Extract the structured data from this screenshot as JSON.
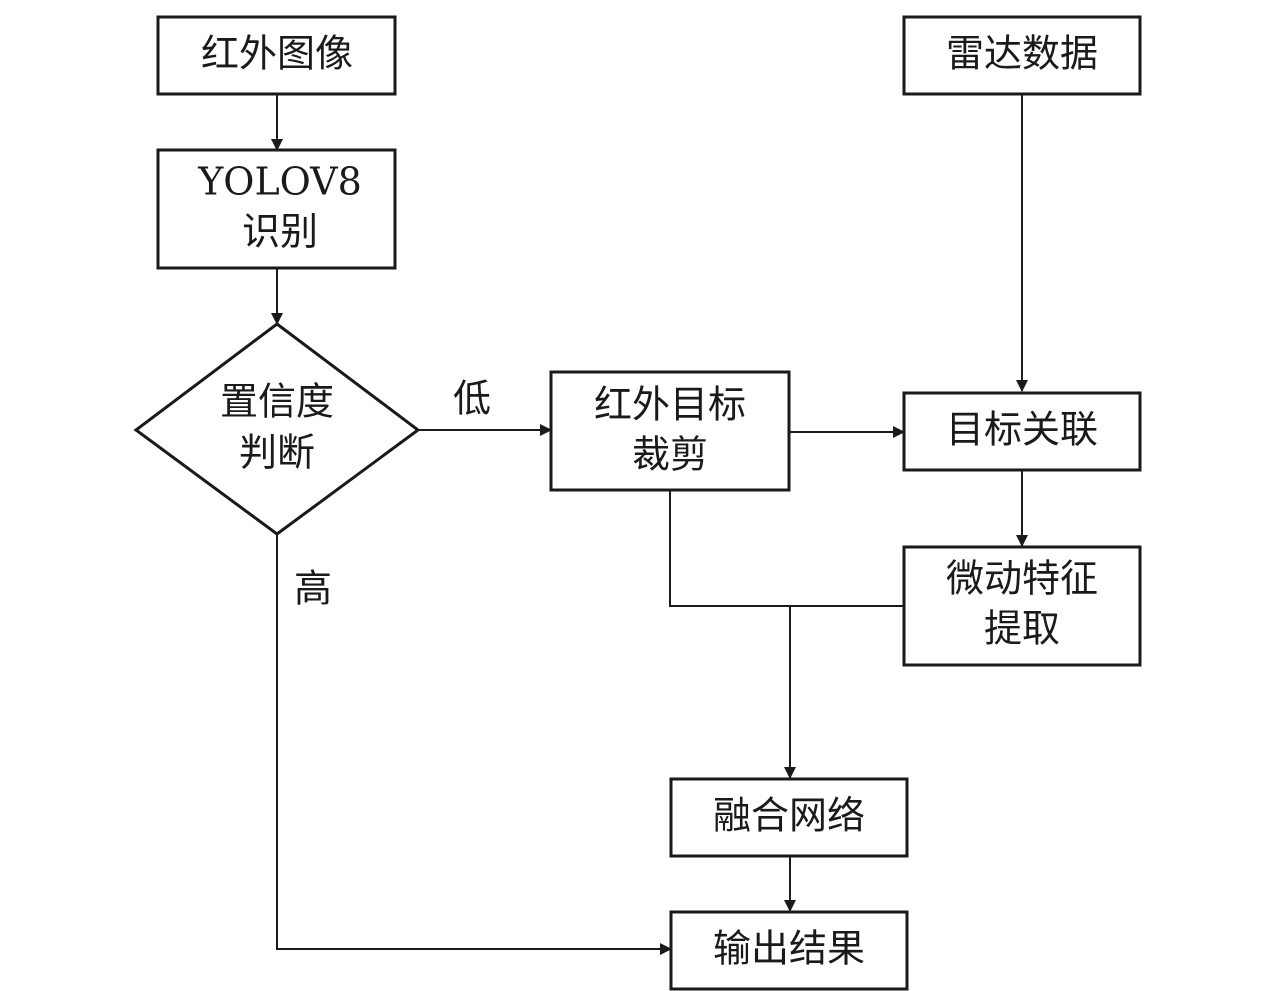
{
  "nodes": {
    "infrared_image": "红外图像",
    "radar_data": "雷达数据",
    "yolo_line1": "YOLOV8",
    "yolo_line2": "识别",
    "confidence_line1": "置信度",
    "confidence_line2": "判断",
    "crop_line1": "红外目标",
    "crop_line2": "裁剪",
    "target_association": "目标关联",
    "micro_line1": "微动特征",
    "micro_line2": "提取",
    "fusion_network": "融合网络",
    "output_result": "输出结果"
  },
  "edge_labels": {
    "low": "低",
    "high": "高"
  },
  "colors": {
    "stroke": "#1a1a1a",
    "background": "#ffffff"
  }
}
